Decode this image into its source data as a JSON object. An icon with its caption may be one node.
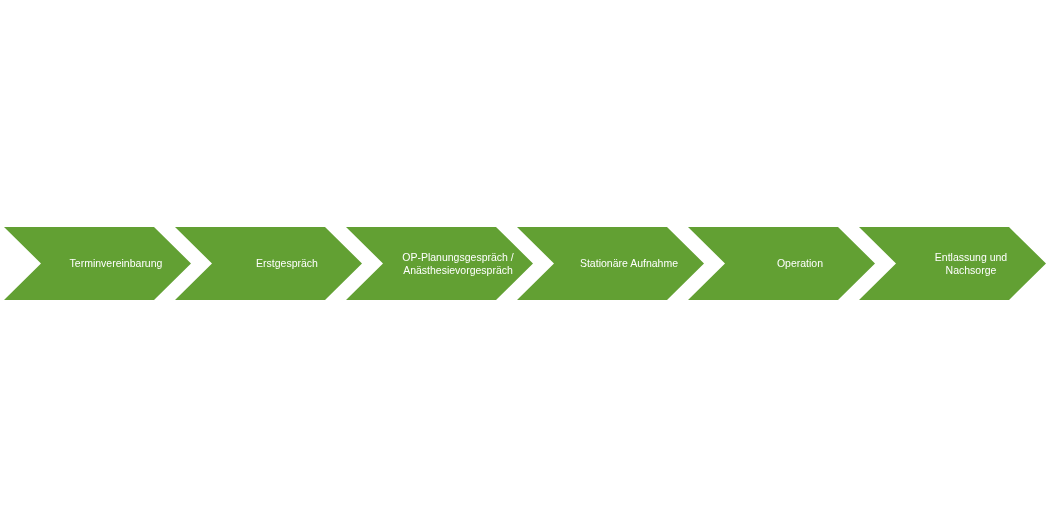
{
  "diagram": {
    "nodes": [
      {
        "text": [
          "Terminvereinbarung"
        ]
      },
      {
        "text": [
          "Erstgespräch"
        ]
      },
      {
        "text": [
          "OP-Planungsgespräch / Anästhesievorgespräch"
        ]
      },
      {
        "text": [
          "Stationäre Aufnahme"
        ]
      },
      {
        "text": [
          "Operation"
        ]
      },
      {
        "text": [
          "Entlassung und Nachsorge"
        ]
      }
    ]
  }
}
